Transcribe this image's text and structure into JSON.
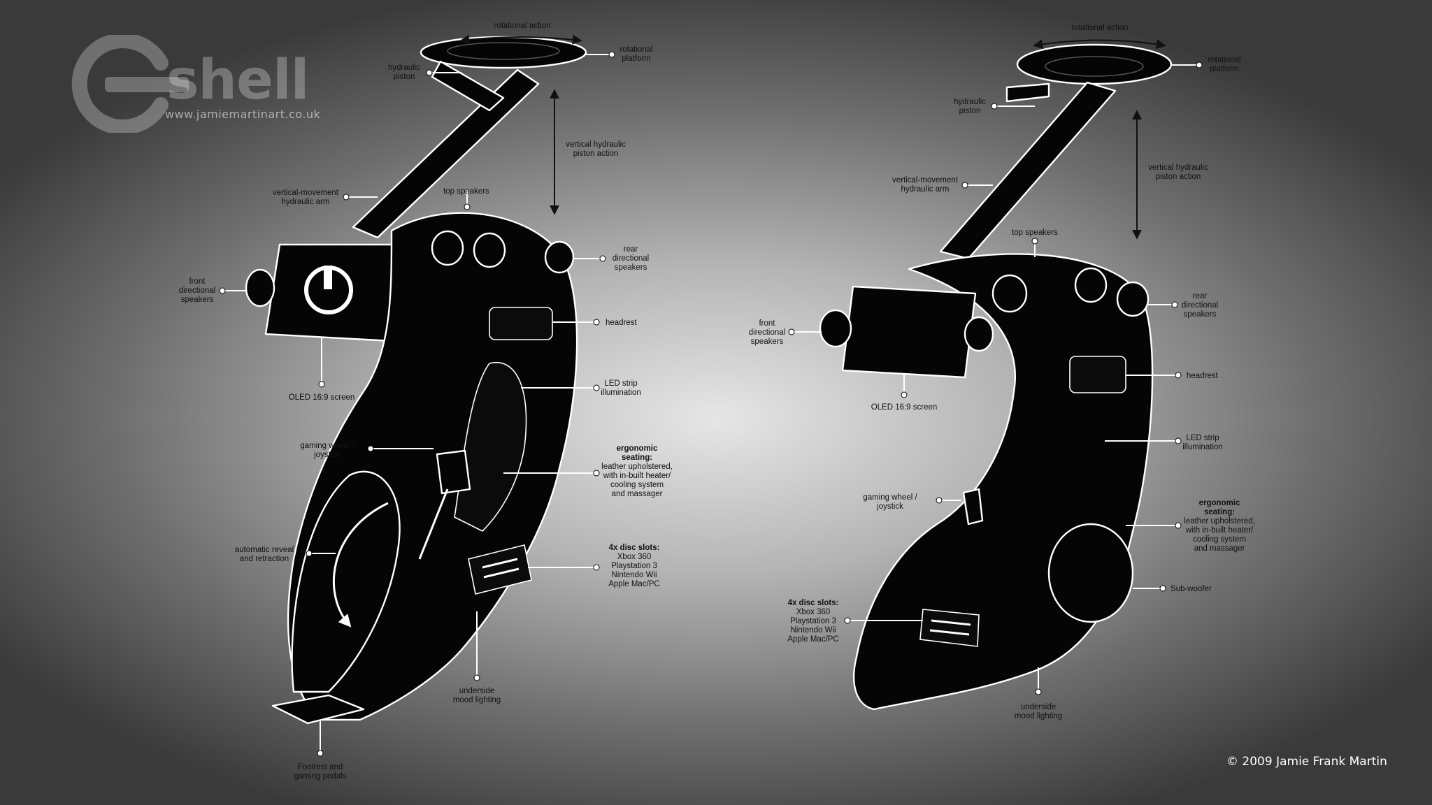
{
  "logo": {
    "word": "shell",
    "url": "www.jamiemartinart.co.uk"
  },
  "copyright": "© 2009 Jamie Frank Martin",
  "left_view": {
    "rotational_action": "rotational action",
    "rotational_platform": [
      "rotational",
      "platform"
    ],
    "hydraulic_piston": [
      "hydraulic",
      "piston"
    ],
    "vertical_piston_action": [
      "vertical hydraulic",
      "piston action"
    ],
    "vertical_arm": [
      "vertical-movement",
      "hydraulic arm"
    ],
    "top_speakers": "top speakers",
    "rear_speakers": [
      "rear",
      "directional",
      "speakers"
    ],
    "front_speakers": [
      "front",
      "directional",
      "speakers"
    ],
    "headrest": "headrest",
    "oled_screen": "OLED 16:9 screen",
    "led_strip": [
      "LED strip",
      "illumination"
    ],
    "gaming_wheel": [
      "gaming wheel /",
      "joystick"
    ],
    "ergonomic_title": [
      "ergonomic",
      "seating:"
    ],
    "ergonomic_desc": [
      "leather upholstered,",
      "with in-built heater/",
      "cooling system",
      "and massager"
    ],
    "auto_reveal": [
      "automatic reveal",
      "and retraction"
    ],
    "disc_title": "4x disc slots:",
    "disc_list": [
      "Xbox 360",
      "Playstation 3",
      "Nintendo Wii",
      "Apple Mac/PC"
    ],
    "underside": [
      "underside",
      "mood lighting"
    ],
    "footrest": [
      "Footrest and",
      "gaming pedals"
    ]
  },
  "right_view": {
    "rotational_action": "rotational action",
    "rotational_platform": [
      "rotational",
      "platform"
    ],
    "hydraulic_piston": [
      "hydraulic",
      "piston"
    ],
    "vertical_piston_action": [
      "vertical hydraulic",
      "piston action"
    ],
    "vertical_arm": [
      "vertical-movement",
      "hydraulic arm"
    ],
    "top_speakers": "top speakers",
    "rear_speakers": [
      "rear",
      "directional",
      "speakers"
    ],
    "front_speakers": [
      "front",
      "directional",
      "speakers"
    ],
    "headrest": "headrest",
    "oled_screen": "OLED 16:9 screen",
    "led_strip": [
      "LED strip",
      "illumination"
    ],
    "gaming_wheel": [
      "gaming wheel /",
      "joystick"
    ],
    "ergonomic_title": [
      "ergonomic",
      "seating:"
    ],
    "ergonomic_desc": [
      "leather upholstered,",
      "with in-built heater/",
      "cooling system",
      "and massager"
    ],
    "subwoofer": "Sub-woofer",
    "disc_title": "4x disc slots:",
    "disc_list": [
      "Xbox 360",
      "Playstation 3",
      "Nintendo Wii",
      "Apple Mac/PC"
    ],
    "underside": [
      "underside",
      "mood lighting"
    ]
  }
}
